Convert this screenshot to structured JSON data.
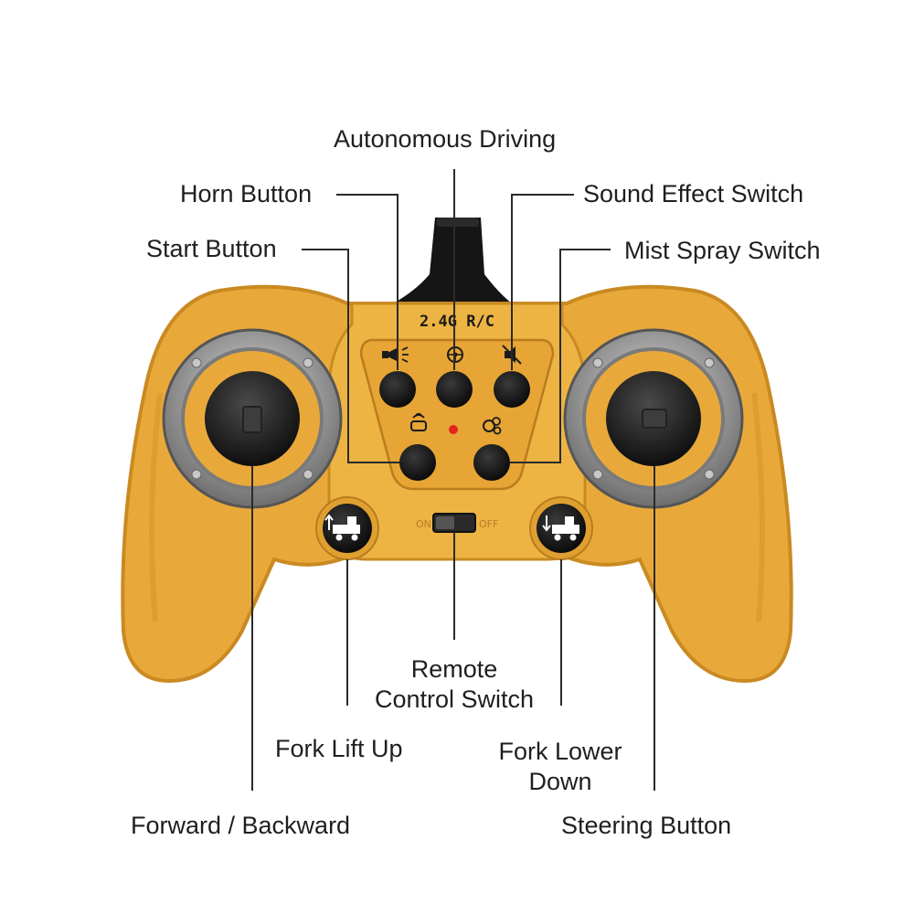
{
  "labels": {
    "autonomous_driving": "Autonomous Driving",
    "horn_button": "Horn Button",
    "sound_effect_switch": "Sound Effect Switch",
    "start_button": "Start Button",
    "mist_spray_switch": "Mist Spray Switch",
    "remote_control_switch_line1": "Remote",
    "remote_control_switch_line2": "Control Switch",
    "fork_lift_up": "Fork Lift Up",
    "fork_lower_down_line1": "Fork Lower",
    "fork_lower_down_line2": "Down",
    "forward_backward": "Forward / Backward",
    "steering_button": "Steering Button"
  },
  "panel": {
    "frequency_text": "2.4G R/C",
    "switch_on": "ON",
    "switch_off": "OFF"
  },
  "colors": {
    "body": "#E9A93A",
    "body_dark": "#C98A22",
    "panel": "#EDB443",
    "buttons": "#1B1B1B",
    "metal_ring": "#9E9E9E",
    "indicator_led": "#E0261C",
    "leader_lines": "#2A2A2A",
    "text": "#1F1F1F"
  },
  "icons": [
    "horn-icon",
    "steering-wheel-icon",
    "sound-mute-icon",
    "remote-signal-icon",
    "mist-spray-icon",
    "forklift-up-icon",
    "forklift-down-icon"
  ]
}
